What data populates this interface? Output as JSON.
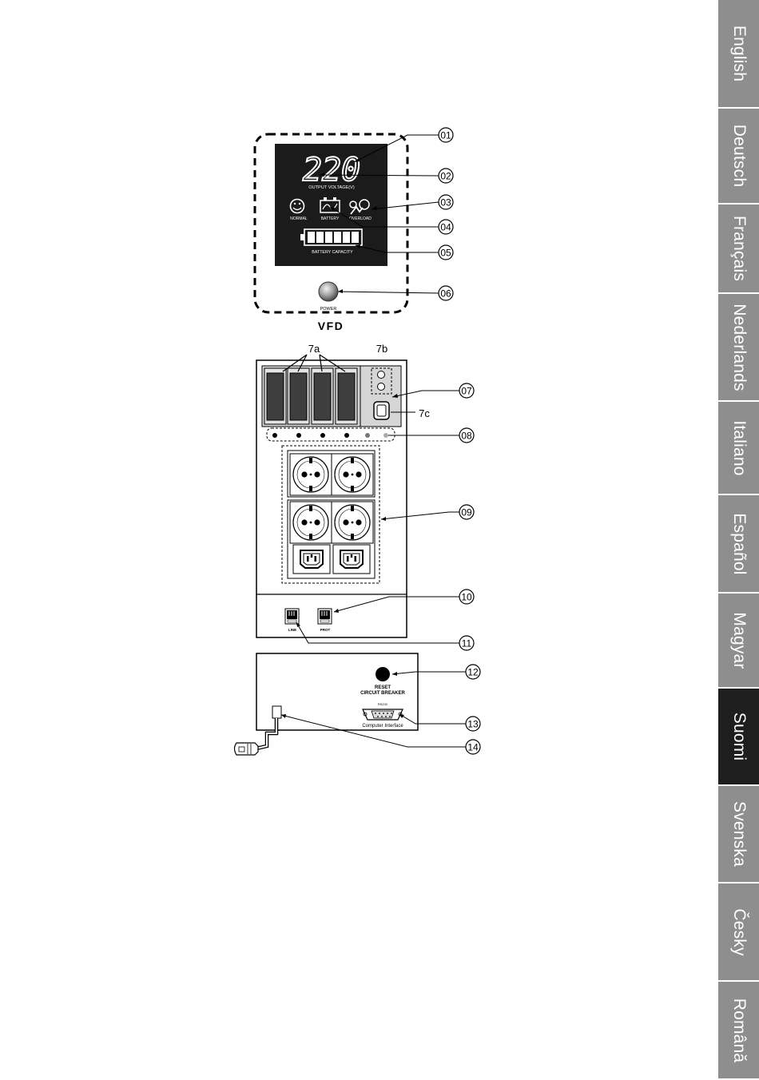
{
  "lcd": {
    "voltage": "220",
    "voltage_label": "OUTPUT VOLTAGE(V)",
    "normal_label": "NORMAL",
    "battery_label": "BATTERY",
    "overload_label": "OVERLOAD",
    "capacity_label": "BATTERY CAPACITY",
    "power_label": "POWER",
    "panel_label": "VFD"
  },
  "rear": {
    "label_7a": "7a",
    "label_7b": "7b",
    "label_7c": "7c",
    "line_label": "LINE",
    "prot_label": "PROT"
  },
  "side": {
    "reset_label": "RESET",
    "breaker_label": "CIRCUIT BREAKER",
    "rs232_label": "RS232",
    "interface_label": "Computer Interface"
  },
  "callouts": [
    "01",
    "02",
    "03",
    "04",
    "05",
    "06",
    "07",
    "08",
    "09",
    "10",
    "11",
    "12",
    "13",
    "14"
  ],
  "languages": [
    {
      "label": "English",
      "active": false
    },
    {
      "label": "Deutsch",
      "active": false
    },
    {
      "label": "Français",
      "active": false
    },
    {
      "label": "Nederlands",
      "active": false
    },
    {
      "label": "Italiano",
      "active": false
    },
    {
      "label": "Español",
      "active": false
    },
    {
      "label": "Magyar",
      "active": false
    },
    {
      "label": "Suomi",
      "active": true
    },
    {
      "label": "Svenska",
      "active": false
    },
    {
      "label": "Česky",
      "active": false
    },
    {
      "label": "Română",
      "active": false
    }
  ]
}
